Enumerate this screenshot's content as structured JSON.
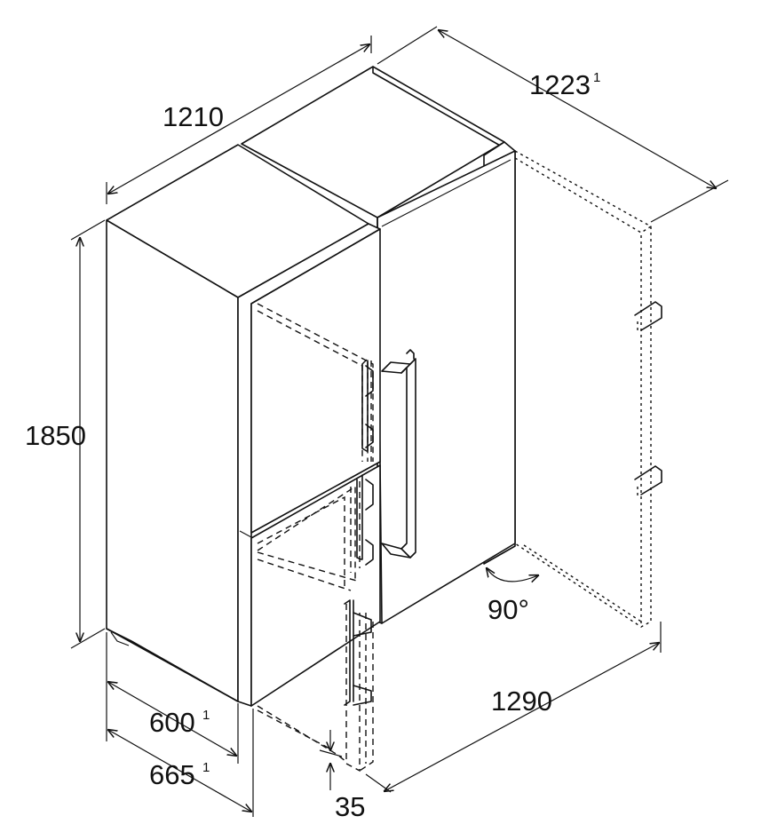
{
  "dimensions": {
    "width_total": {
      "value": "1210",
      "note": ""
    },
    "depth_doors_open": {
      "value": "1223",
      "note": "1"
    },
    "height": {
      "value": "1850",
      "note": ""
    },
    "depth_body": {
      "value": "600",
      "note": "1"
    },
    "depth_total": {
      "value": "665",
      "note": "1"
    },
    "door_gap": {
      "value": "35",
      "note": ""
    },
    "width_doors_open": {
      "value": "1290",
      "note": ""
    },
    "door_angle": {
      "value": "90°",
      "note": ""
    }
  },
  "colors": {
    "line": "#111111",
    "background": "#ffffff"
  }
}
